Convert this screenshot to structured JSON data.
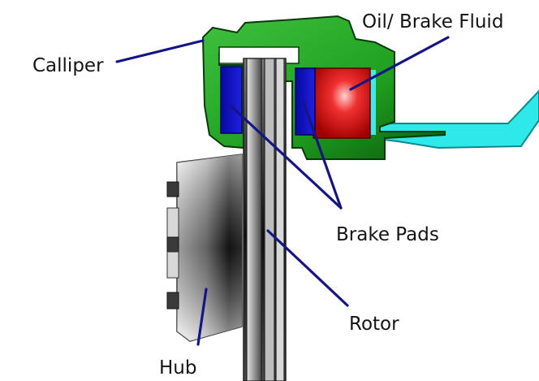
{
  "labels": {
    "calliper": "Calliper",
    "fluid": "Oil/ Brake Fluid",
    "pads": "Brake Pads",
    "rotor": "Rotor",
    "hub": "Hub"
  },
  "colors": {
    "calliper": "#1f9e1f",
    "calliper_dark": "#0a5a0a",
    "pad": "#1010c8",
    "piston": "#e01818",
    "fluid_line": "#33e6e6",
    "leader": "#151585",
    "rotor": "#8c8c8c",
    "hub": "#7a7a7a"
  }
}
